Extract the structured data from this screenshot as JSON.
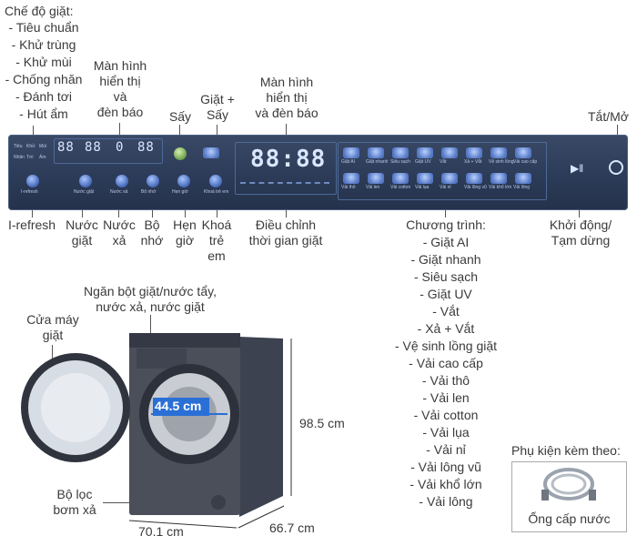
{
  "labels": {
    "modes_title": "Chế độ giặt:",
    "modes": [
      "- Tiêu chuẩn",
      "- Khử trùng",
      "- Khử mùi",
      "- Chống nhăn",
      "- Đánh tơi",
      "- Hút ẩm"
    ],
    "display1": [
      "Màn hình",
      "hiển thị",
      "và",
      "đèn báo"
    ],
    "dry": "Sấy",
    "wash_dry": [
      "Giặt +",
      "Sấy"
    ],
    "display2": [
      "Màn hình",
      "hiển thị",
      "và đèn báo"
    ],
    "power": "Tắt/Mở",
    "irefresh": "I-refresh",
    "detergent": [
      "Nước",
      "giặt"
    ],
    "softener": [
      "Nước",
      "xả"
    ],
    "memory": [
      "Bộ",
      "nhớ"
    ],
    "timer": [
      "Hẹn",
      "giờ"
    ],
    "childlock": [
      "Khoá",
      "trẻ",
      "em"
    ],
    "adjust_time": [
      "Điều chỉnh",
      "thời gian giặt"
    ],
    "start_pause": [
      "Khởi động/",
      "Tạm dừng"
    ],
    "programs_title": "Chương trình:",
    "programs": [
      "- Giặt AI",
      "- Giặt nhanh",
      "- Siêu sạch",
      "- Giặt UV",
      "- Vắt",
      "- Xả + Vắt",
      "- Vệ sinh lồng giặt",
      "- Vải cao cấp",
      "- Vải thô",
      "- Vải len",
      "- Vải cotton",
      "- Vải lụa",
      "- Vải nỉ",
      "- Vải lông vũ",
      "- Vải khổ lớn",
      "- Vải lông"
    ],
    "drawer": [
      "Ngăn bột giặt/nước tẩy,",
      "nước xả, nước giặt"
    ],
    "door": [
      "Cửa máy",
      "giặt"
    ],
    "filter": [
      "Bộ lọc",
      "bơm xả"
    ],
    "accessory_title": "Phụ kiện kèm theo:",
    "accessory_name": "Ống cấp nước"
  },
  "dimensions": {
    "door_diameter": "44.5 cm",
    "height": "98.5 cm",
    "width": "70.1 cm",
    "depth": "66.7 cm"
  },
  "panel": {
    "display_digits": [
      "88",
      "88",
      "0",
      "88"
    ],
    "main_digits": "88:88",
    "left_buttons": [
      "I-refresh",
      "Nước giặt",
      "Nước xả",
      "Bộ nhớ",
      "Hẹn giờ",
      "Khoá trẻ em"
    ],
    "program_icons_row1": [
      "Giặt AI",
      "Giặt nhanh",
      "Siêu sạch",
      "Giặt UV",
      "Vắt",
      "Xả + Vắt",
      "Vệ sinh lồng",
      "Vải cao cấp"
    ],
    "program_icons_row2": [
      "Vải thô",
      "Vải len",
      "Vải cotton",
      "Vải lụa",
      "Vải nỉ",
      "Vải lông vũ",
      "Vải khổ lớn",
      "Vải lông"
    ]
  },
  "colors": {
    "panel": "#2b3a56",
    "washer_body": "#4a4f5a",
    "accent_blue": "#2a6fd6",
    "label_text": "#3a3a3a"
  }
}
